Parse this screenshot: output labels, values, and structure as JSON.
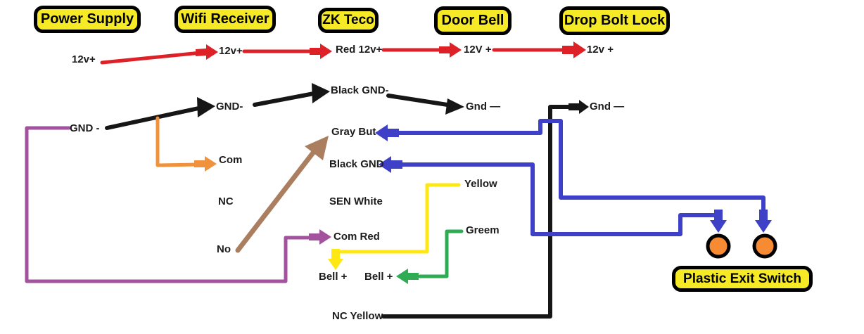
{
  "diagram": {
    "components": {
      "power_supply": "Power Supply",
      "wifi_receiver": "Wifi Receiver",
      "zk_teco": "ZK Teco",
      "door_bell": "Door Bell",
      "drop_bolt_lock": "Drop Bolt Lock",
      "plastic_exit_switch": "Plastic Exit Switch"
    },
    "wire_labels": {
      "power_12v": "12v+",
      "wifi_12v": "12v+",
      "zk_12v": "Red 12v+",
      "doorbell_12v": "12V +",
      "dropbolt_12v": "12v +",
      "power_gnd": "GND -",
      "wifi_gnd": "GND-",
      "zk_gnd": "Black GND-",
      "doorbell_gnd": "Gnd —",
      "dropbolt_gnd": "Gnd —",
      "wifi_com": "Com",
      "wifi_nc": "NC",
      "wifi_no": "No",
      "zk_gray_but": "Gray But",
      "zk_black_gnd": "Black GND",
      "zk_sen_white": "SEN White",
      "zk_com_red": "Com Red",
      "yellow_wire": "Yellow",
      "green_wire": "Greem",
      "bell_plus_left": "Bell +",
      "bell_plus_right": "Bell +",
      "nc_yellow": "NC Yellow"
    },
    "colors": {
      "red": "#dd2127",
      "black": "#161616",
      "purple": "#a3539e",
      "orange": "#f0913b",
      "brown": "#aa7e5e",
      "blue": "#3e41c8",
      "yellow": "#ffe713",
      "green": "#2eab53",
      "label_bg": "#f6ea26",
      "terminal_fill": "#f68b33"
    }
  }
}
